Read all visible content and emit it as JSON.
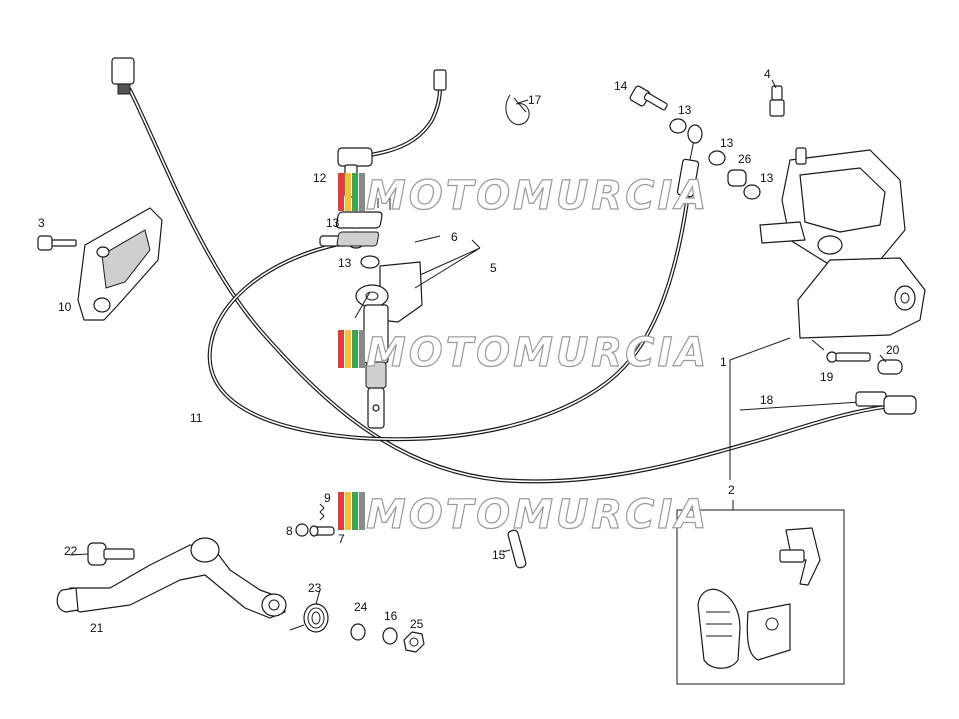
{
  "watermark": {
    "text": "MOTOMURCIA",
    "colors": [
      "#e23b3b",
      "#f2c230",
      "#3aa655",
      "#8a8a8a"
    ]
  },
  "callouts": [
    {
      "id": "c1",
      "text": "1"
    },
    {
      "id": "c2",
      "text": "2"
    },
    {
      "id": "c3",
      "text": "3"
    },
    {
      "id": "c4",
      "text": "4"
    },
    {
      "id": "c5",
      "text": "5"
    },
    {
      "id": "c6",
      "text": "6"
    },
    {
      "id": "c7",
      "text": "7"
    },
    {
      "id": "c8",
      "text": "8"
    },
    {
      "id": "c9",
      "text": "9"
    },
    {
      "id": "c10",
      "text": "10"
    },
    {
      "id": "c11",
      "text": "11"
    },
    {
      "id": "c12",
      "text": "12"
    },
    {
      "id": "c13a",
      "text": "13"
    },
    {
      "id": "c13b",
      "text": "13"
    },
    {
      "id": "c13c",
      "text": "13"
    },
    {
      "id": "c13d",
      "text": "13"
    },
    {
      "id": "c13e",
      "text": "13"
    },
    {
      "id": "c14",
      "text": "14"
    },
    {
      "id": "c15",
      "text": "15"
    },
    {
      "id": "c16",
      "text": "16"
    },
    {
      "id": "c17",
      "text": "17"
    },
    {
      "id": "c18",
      "text": "18"
    },
    {
      "id": "c19",
      "text": "19"
    },
    {
      "id": "c20",
      "text": "20"
    },
    {
      "id": "c21",
      "text": "21"
    },
    {
      "id": "c22",
      "text": "22"
    },
    {
      "id": "c23",
      "text": "23"
    },
    {
      "id": "c24",
      "text": "24"
    },
    {
      "id": "c25",
      "text": "25"
    },
    {
      "id": "c26",
      "text": "26"
    }
  ]
}
